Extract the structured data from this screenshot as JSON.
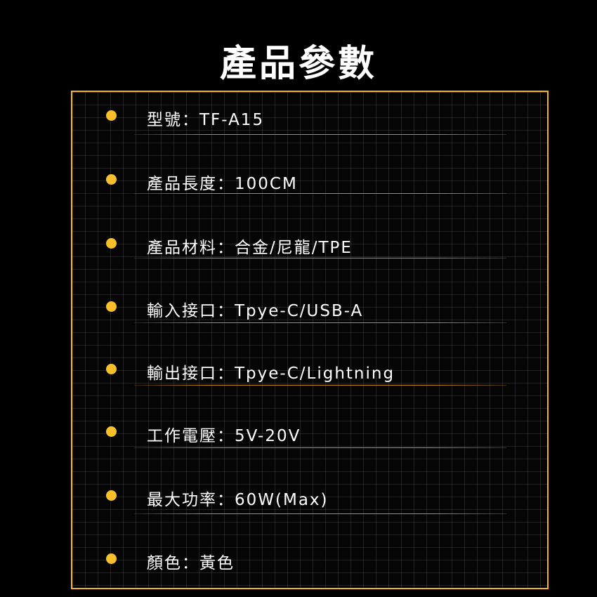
{
  "title": "產品參數",
  "accent": "#f2b428",
  "specs": [
    {
      "text": "型號：TF-A15"
    },
    {
      "text": "產品長度：100CM"
    },
    {
      "text": "產品材料：合金/尼龍/TPE"
    },
    {
      "text": "輸入接口：Tpye-C/USB-A"
    },
    {
      "text": "輸出接口：Tpye-C/Lightning"
    },
    {
      "text": "工作電壓：5V-20V"
    },
    {
      "text": "最大功率：60W(Max)"
    },
    {
      "text": "顏色：黃色"
    }
  ]
}
